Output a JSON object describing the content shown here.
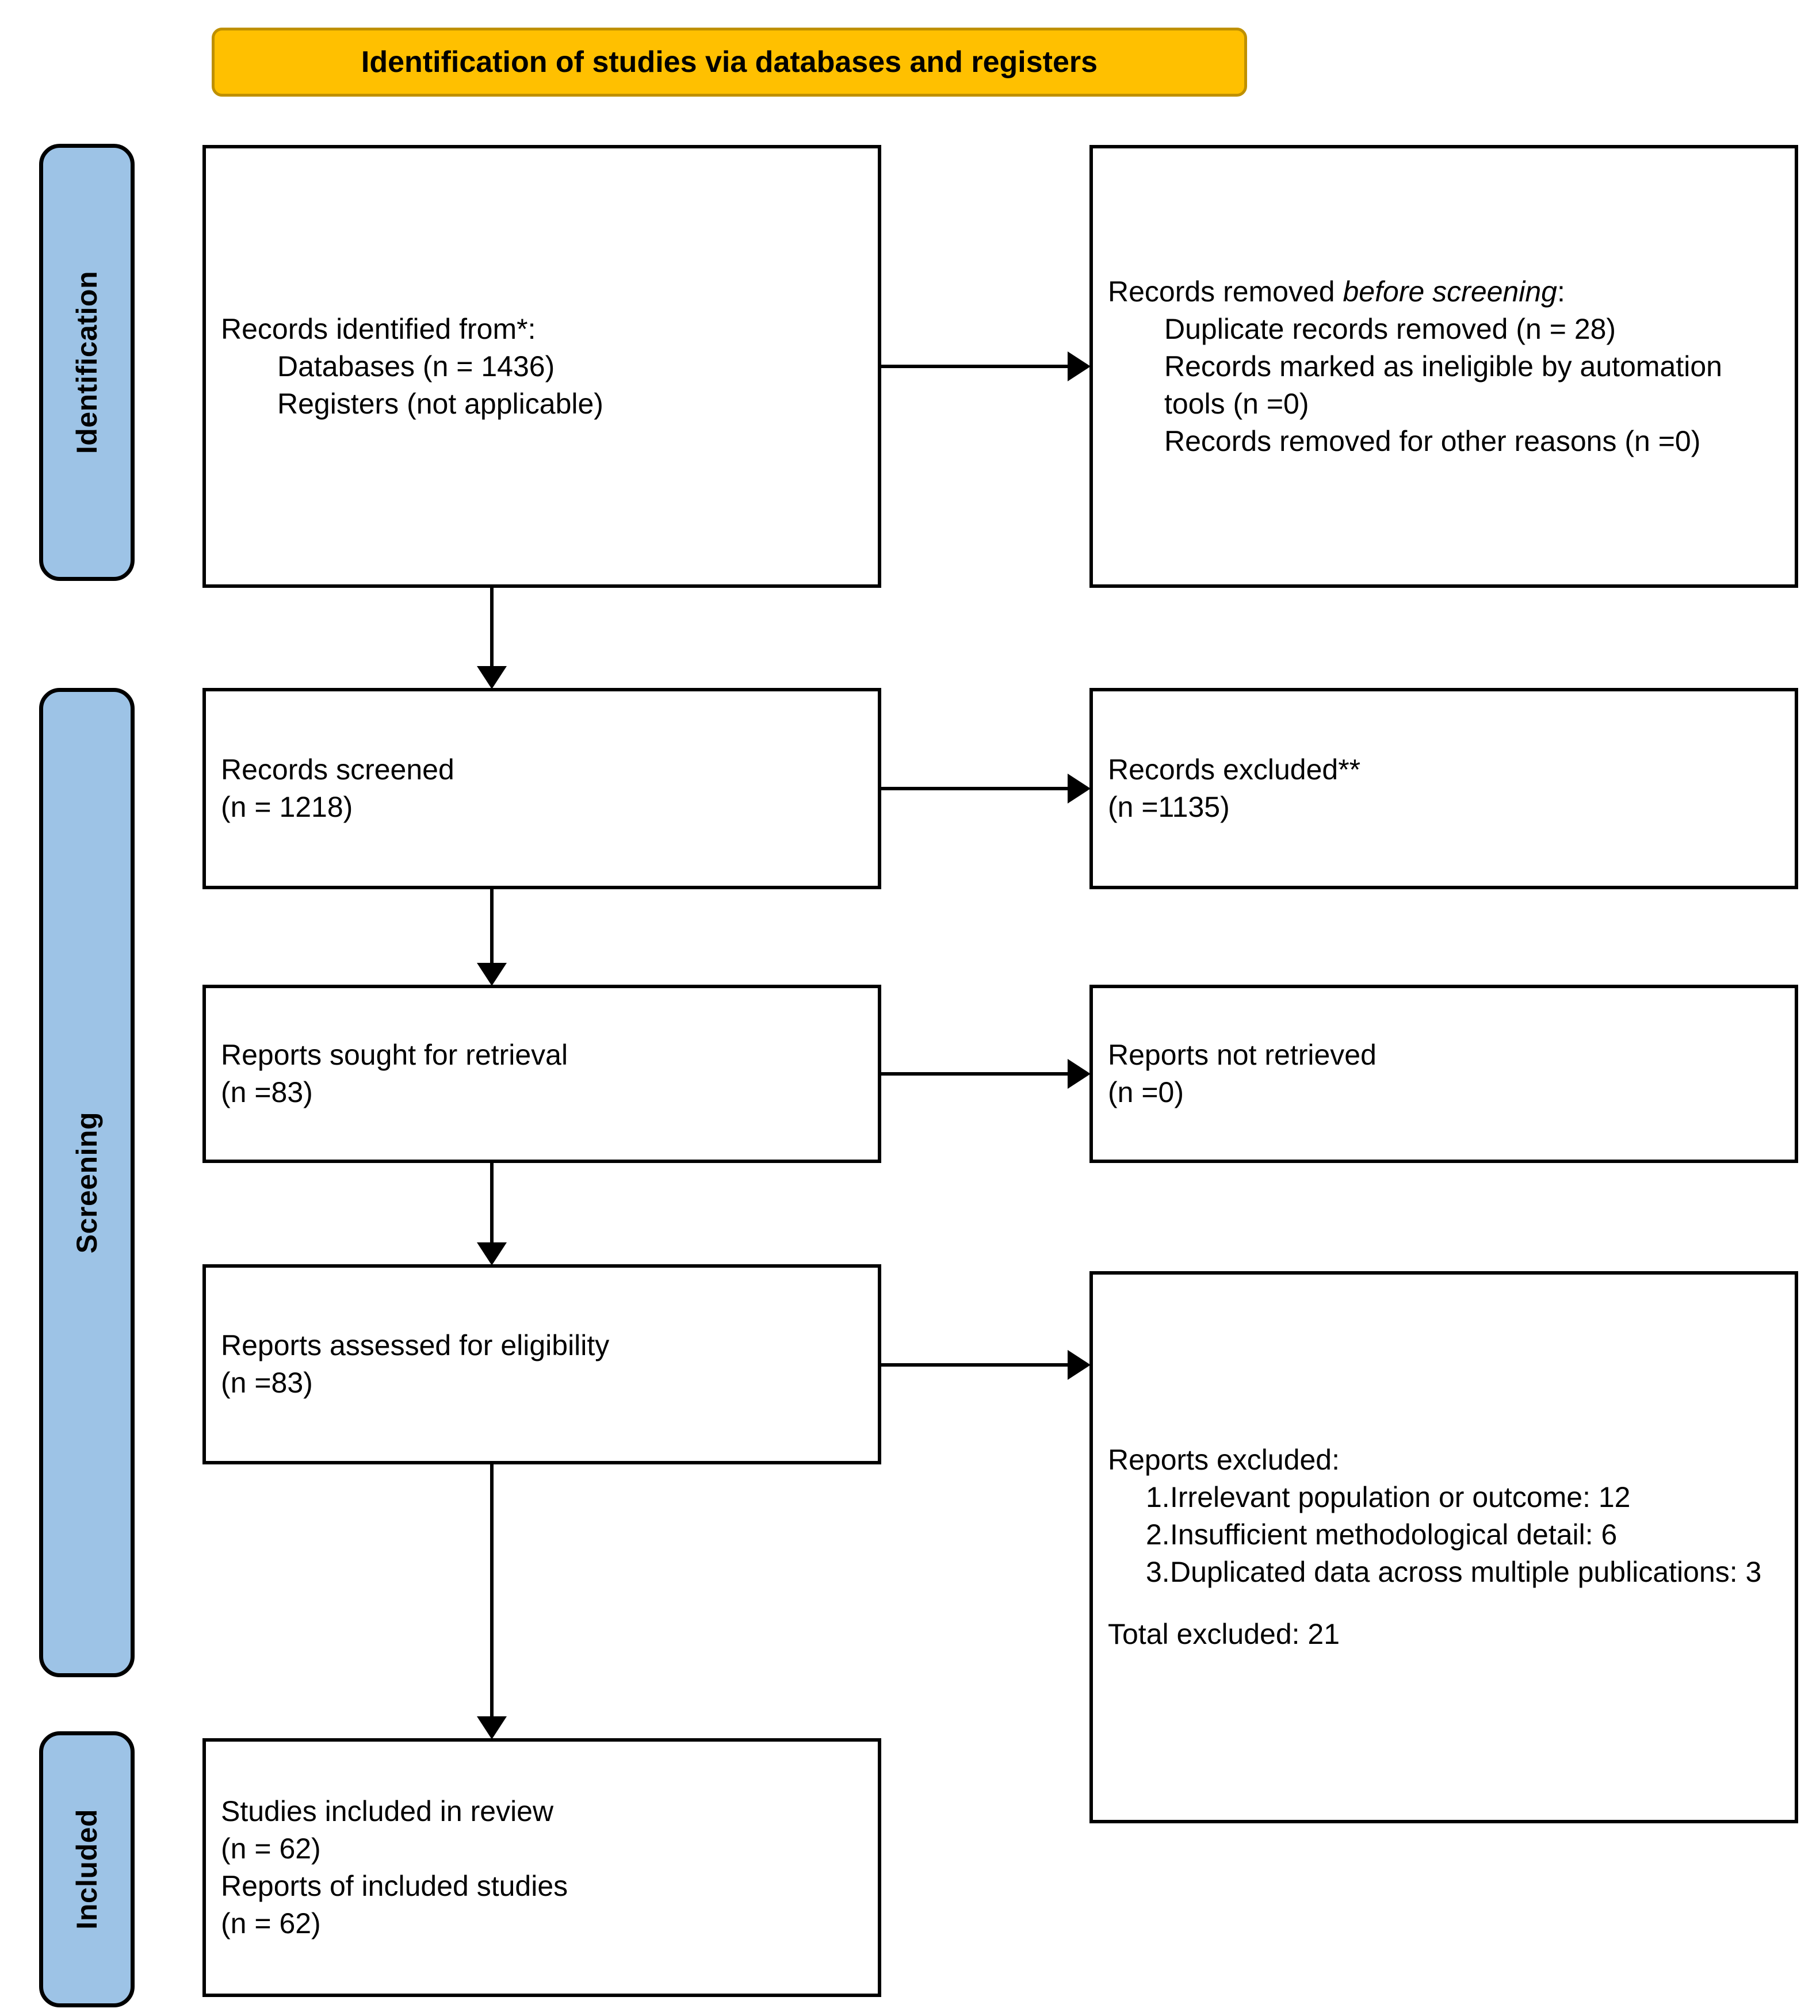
{
  "banner": {
    "title": "Identification of studies via databases and registers",
    "bg_color": "#FFC000",
    "border_color": "#BF9000"
  },
  "stages": [
    {
      "label": "Identification",
      "bg_color": "#9DC3E6"
    },
    {
      "label": "Screening",
      "bg_color": "#9DC3E6"
    },
    {
      "label": "Included",
      "bg_color": "#9DC3E6"
    }
  ],
  "boxes": {
    "identified": {
      "title": "Records identified from*:",
      "item1": "Databases (n = 1436)",
      "item2": "Registers (not applicable)"
    },
    "removed_before_screening": {
      "title_plain": "Records removed ",
      "title_italic": "before screening",
      "title_colon": ":",
      "item1": "Duplicate records removed (n = 28)",
      "item2": "Records marked as ineligible by automation tools (n =0)",
      "item3": "Records removed for other reasons (n =0)"
    },
    "records_screened": {
      "line1": "Records screened",
      "line2": "(n = 1218)"
    },
    "records_excluded": {
      "line1": "Records excluded**",
      "line2": "(n =1135)"
    },
    "reports_sought": {
      "line1": "Reports sought for retrieval",
      "line2": "(n =83)"
    },
    "reports_not_retrieved": {
      "line1": "Reports not retrieved",
      "line2": "(n =0)"
    },
    "reports_assessed": {
      "line1": "Reports assessed for eligibility",
      "line2": "(n =83)"
    },
    "reports_excluded": {
      "title": "Reports excluded:",
      "reasons": [
        {
          "num": "1.",
          "text": "Irrelevant population or outcome: 12"
        },
        {
          "num": "2.",
          "text": "Insufficient methodological detail: 6"
        },
        {
          "num": "3.",
          "text": "Duplicated data across multiple publications: 3"
        }
      ],
      "total": "Total excluded: 21"
    },
    "studies_included": {
      "line1": "Studies included in review",
      "line2": "(n = 62)",
      "line3": "Reports of included studies",
      "line4": "(n = 62)"
    }
  },
  "chart_data": {
    "type": "diagram",
    "title": "Identification of studies via databases and registers",
    "diagram_kind": "PRISMA 2020 flow diagram",
    "stages": [
      "Identification",
      "Screening",
      "Included"
    ],
    "nodes": [
      {
        "id": "identified",
        "stage": "Identification",
        "label": "Records identified from*",
        "databases_n": 1436,
        "registers_n": null
      },
      {
        "id": "removed_before_screening",
        "stage": "Identification",
        "label": "Records removed before screening",
        "duplicates_n": 28,
        "ineligible_by_automation_n": 0,
        "other_reasons_n": 0
      },
      {
        "id": "records_screened",
        "stage": "Screening",
        "label": "Records screened",
        "n": 1218
      },
      {
        "id": "records_excluded",
        "stage": "Screening",
        "label": "Records excluded**",
        "n": 1135
      },
      {
        "id": "reports_sought",
        "stage": "Screening",
        "label": "Reports sought for retrieval",
        "n": 83
      },
      {
        "id": "reports_not_retrieved",
        "stage": "Screening",
        "label": "Reports not retrieved",
        "n": 0
      },
      {
        "id": "reports_assessed",
        "stage": "Screening",
        "label": "Reports assessed for eligibility",
        "n": 83
      },
      {
        "id": "reports_excluded",
        "stage": "Screening",
        "label": "Reports excluded",
        "reasons": [
          {
            "reason": "Irrelevant population or outcome",
            "n": 12
          },
          {
            "reason": "Insufficient methodological detail",
            "n": 6
          },
          {
            "reason": "Duplicated data across multiple publications",
            "n": 3
          }
        ],
        "total": 21
      },
      {
        "id": "studies_included",
        "stage": "Included",
        "label": "Studies included in review",
        "studies_n": 62,
        "reports_n": 62
      }
    ],
    "edges": [
      {
        "from": "identified",
        "to": "removed_before_screening",
        "direction": "right"
      },
      {
        "from": "identified",
        "to": "records_screened",
        "direction": "down"
      },
      {
        "from": "records_screened",
        "to": "records_excluded",
        "direction": "right"
      },
      {
        "from": "records_screened",
        "to": "reports_sought",
        "direction": "down"
      },
      {
        "from": "reports_sought",
        "to": "reports_not_retrieved",
        "direction": "right"
      },
      {
        "from": "reports_sought",
        "to": "reports_assessed",
        "direction": "down"
      },
      {
        "from": "reports_assessed",
        "to": "reports_excluded",
        "direction": "right"
      },
      {
        "from": "reports_assessed",
        "to": "studies_included",
        "direction": "down"
      }
    ],
    "colors": {
      "banner": "#FFC000",
      "banner_border": "#BF9000",
      "stage_sidebar": "#9DC3E6",
      "box_border": "#000000",
      "box_fill": "#FFFFFF"
    }
  }
}
